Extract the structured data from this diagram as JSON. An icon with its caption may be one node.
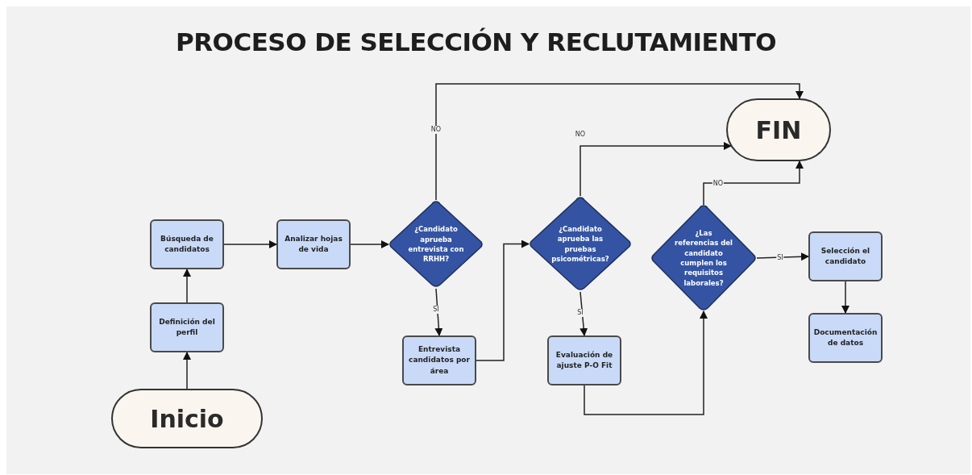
{
  "diagram": {
    "title": "PROCESO DE SELECCIÓN Y RECLUTAMIENTO",
    "nodes": [
      {
        "text": [
          "FIN"
        ]
      },
      {
        "text": [
          "Búsqueda de candidatos"
        ]
      },
      {
        "text": [
          "Analizar hojas de vida"
        ]
      },
      {
        "text": [
          "¿Candidato aprueba entrevista con RRHH?"
        ]
      },
      {
        "text": [
          "¿Candidato aprueba las pruebas psicométricas?"
        ]
      },
      {
        "text": [
          "¿Las referencias del candidato cumplen los requisitos laborales?"
        ]
      },
      {
        "text": [
          "Selección el candidato"
        ]
      },
      {
        "text": [
          "Definición del perfil"
        ]
      },
      {
        "text": [
          "Entrevista candidatos por área"
        ]
      },
      {
        "text": [
          "Evaluación de ajuste P-O Fit"
        ]
      },
      {
        "text": [
          "Documentación de datos"
        ]
      },
      {
        "text": [
          "Inicio"
        ]
      }
    ],
    "edges": [
      {
        "from": 11,
        "to": 7,
        "arrow": "to"
      },
      {
        "from": 7,
        "to": 1,
        "arrow": "to"
      },
      {
        "from": 1,
        "to": 2,
        "arrow": "to"
      },
      {
        "from": 2,
        "to": 3,
        "arrow": "to"
      },
      {
        "from": 3,
        "to": 0,
        "arrow": "to",
        "label": "NO"
      },
      {
        "from": 3,
        "to": 8,
        "arrow": "to",
        "label": "SI"
      },
      {
        "from": 8,
        "to": 4,
        "arrow": "to"
      },
      {
        "from": 4,
        "to": 0,
        "arrow": "to",
        "label": "NO"
      },
      {
        "from": 4,
        "to": 9,
        "arrow": "to",
        "label": "SI"
      },
      {
        "from": 9,
        "to": 5,
        "arrow": "to"
      },
      {
        "from": 5,
        "to": 0,
        "arrow": "to",
        "label": "NO"
      },
      {
        "from": 5,
        "to": 6,
        "arrow": "to",
        "label": "SI"
      },
      {
        "from": 6,
        "to": 10,
        "arrow": "to"
      }
    ]
  }
}
